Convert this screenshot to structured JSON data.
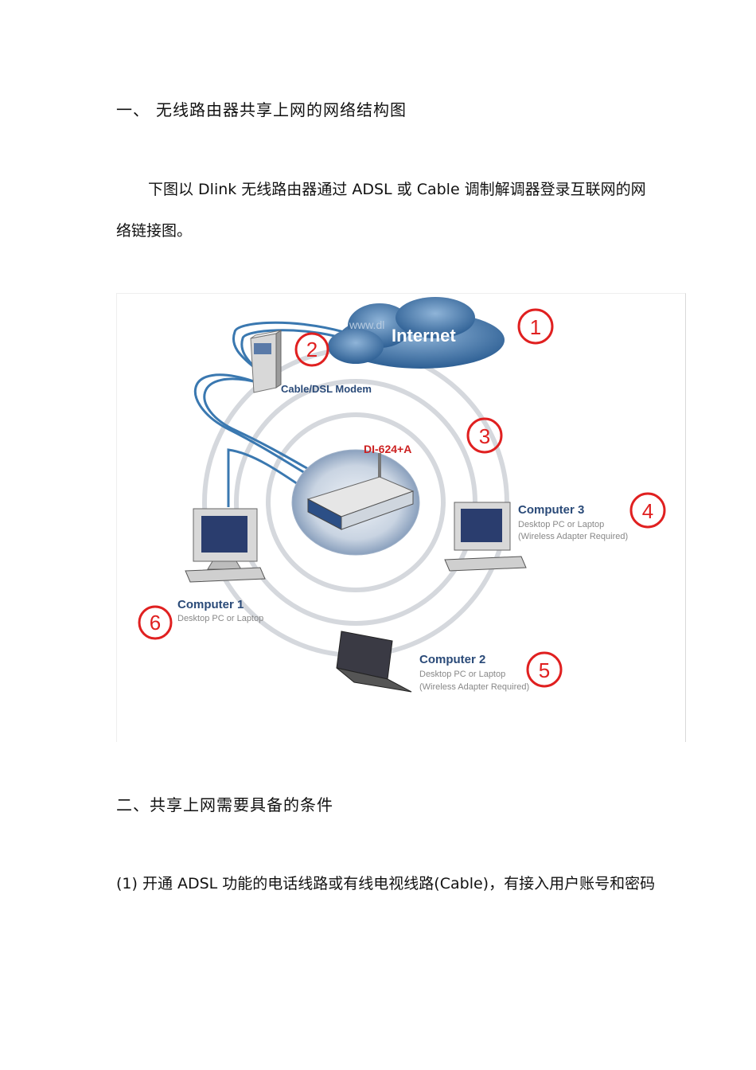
{
  "section1": {
    "number": "一、",
    "title": "无线路由器共享上网的网络结构图"
  },
  "intro": "下图以 Dlink 无线路由器通过 ADSL 或 Cable 调制解调器登录互联网的网络链接图。",
  "diagram": {
    "internet_label": "Internet",
    "internet_watermark": "www.dl",
    "modem_label": "Cable/DSL Modem",
    "router_label": "DI-624+A",
    "computer1": {
      "name": "Computer 1",
      "desc": "Desktop PC or Laptop"
    },
    "computer2": {
      "name": "Computer 2",
      "desc": "Desktop PC or Laptop",
      "note": "(Wireless Adapter Required)"
    },
    "computer3": {
      "name": "Computer 3",
      "desc": "Desktop PC or Laptop",
      "note": "(Wireless Adapter Required)"
    },
    "markers": [
      "1",
      "2",
      "3",
      "4",
      "5",
      "6"
    ],
    "accent_color": "#e02020",
    "cable_color": "#3a78b0"
  },
  "section2": {
    "title": "二、共享上网需要具备的条件"
  },
  "condition1": "(1) 开通 ADSL 功能的电话线路或有线电视线路(Cable)，有接入用户账号和密码"
}
